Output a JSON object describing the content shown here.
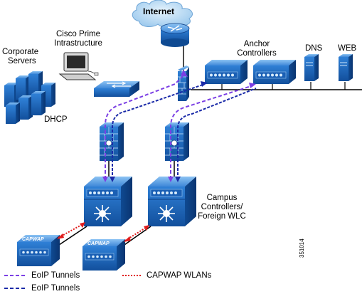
{
  "labels": {
    "internet": "Internet",
    "cisco_prime_line1": "Cisco Prime",
    "cisco_prime_line2": "Intrastructure",
    "corporate_line1": "Corporate",
    "corporate_line2": "Servers",
    "dhcp": "DHCP",
    "anchor_line1": "Anchor",
    "anchor_line2": "Controllers",
    "dns": "DNS",
    "web": "WEB",
    "campus_line1": "Campus",
    "campus_line2": "Controllers/",
    "campus_line3": "Foreign WLC",
    "capwap_badge": "CAPWAP",
    "figure_number": "351014"
  },
  "legend": {
    "items": [
      {
        "label": "EoIP Tunnels",
        "color": "#7b3fe4",
        "style": "dashed"
      },
      {
        "label": "EoIP Tunnels",
        "color": "#1a2aa8",
        "style": "dashed"
      },
      {
        "label": "CAPWAP WLANs",
        "color": "#e01b1b",
        "style": "dotted"
      }
    ]
  },
  "colors": {
    "device_blue": "#1f6fc9",
    "device_light": "#5aa2ea",
    "device_dark": "#0d3f86",
    "purple_tunnel": "#7b3fe4",
    "navy_tunnel": "#1a2aa8",
    "capwap_red": "#e01b1b",
    "cloud": "#b8d9f2"
  }
}
